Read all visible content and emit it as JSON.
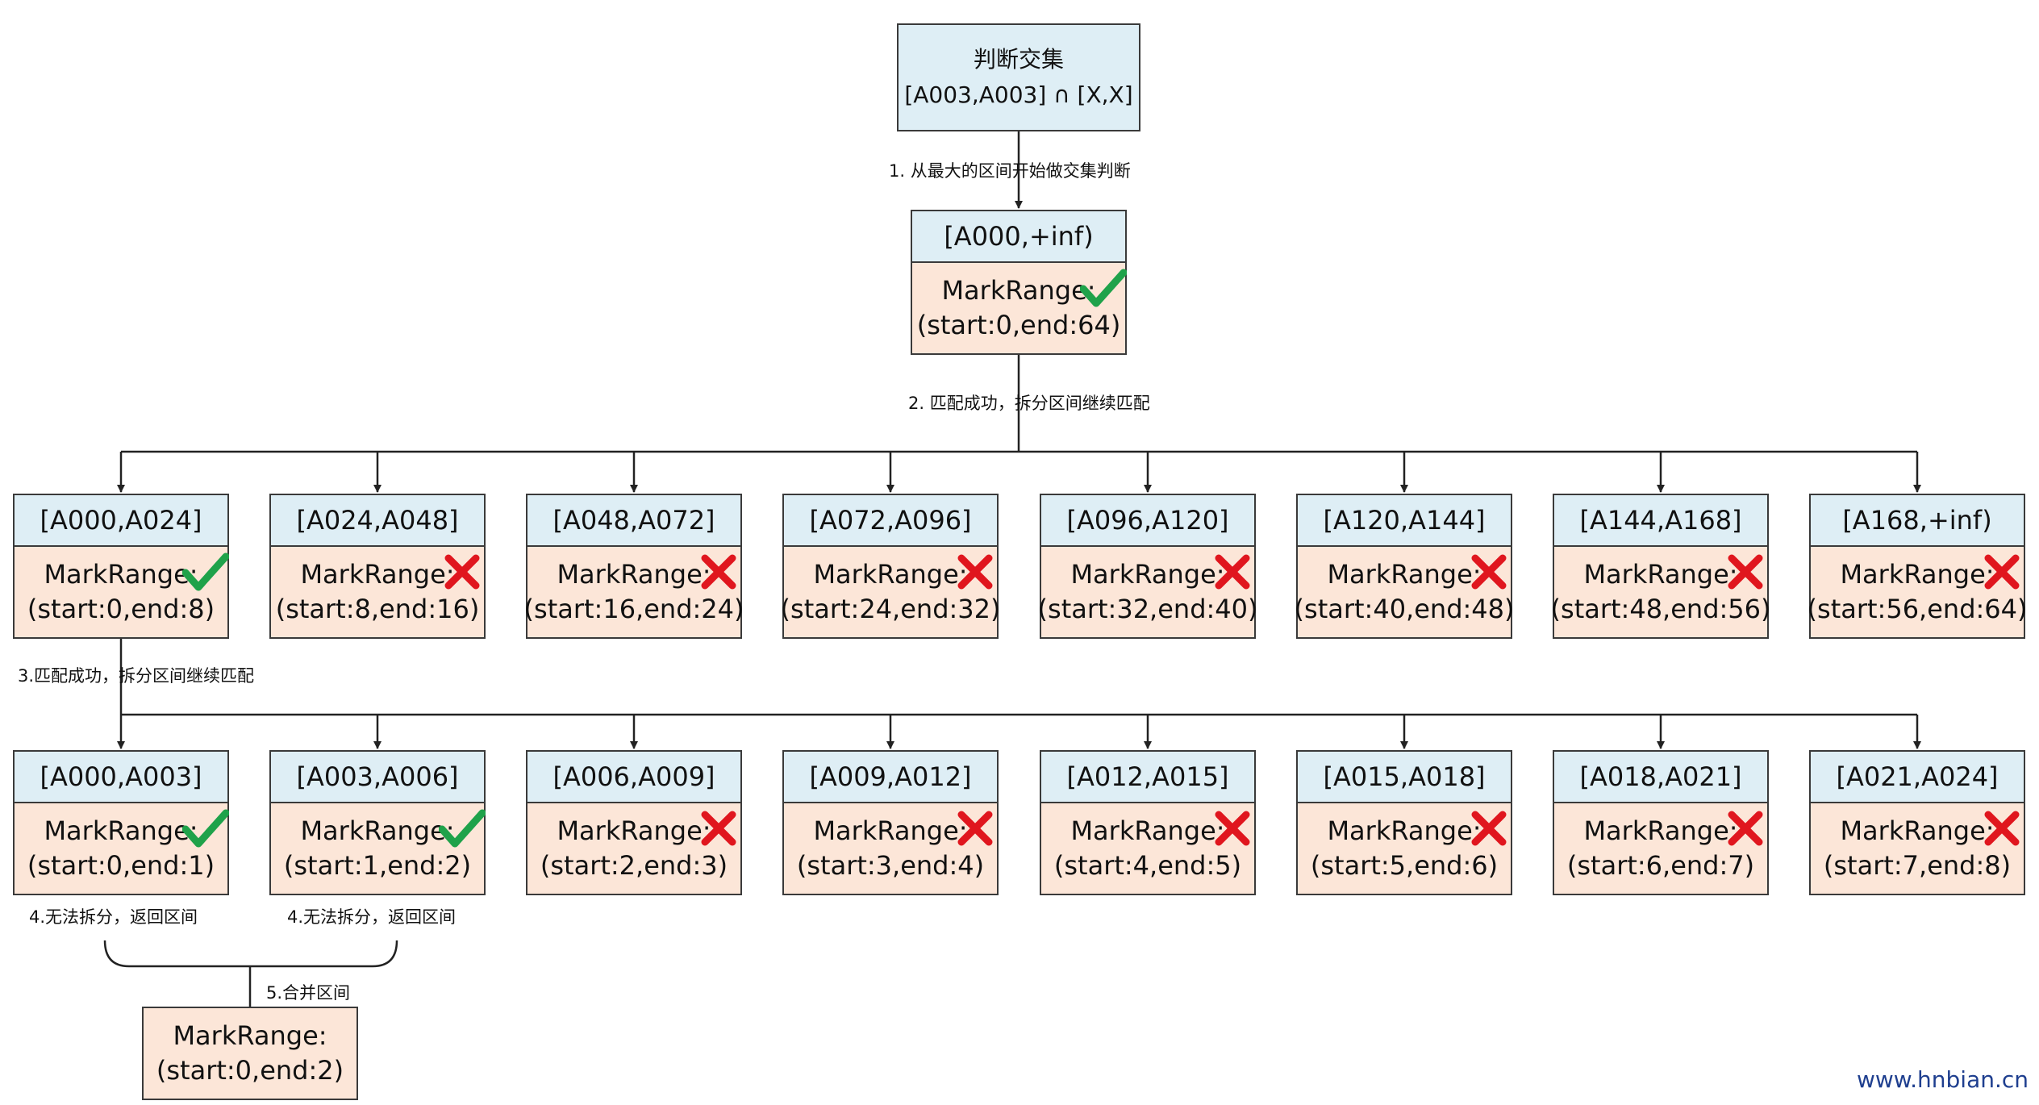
{
  "query": {
    "title": "判断交集",
    "expr": "[A003,A003]  ∩  [X,X]"
  },
  "steps": {
    "step1": "1. 从最大的区间开始做交集判断",
    "step2": "2. 匹配成功，拆分区间继续匹配",
    "step3": "3.匹配成功，拆分区间继续匹配",
    "step4a": "4.无法拆分，返回区间",
    "step4b": "4.无法拆分，返回区间",
    "step5": "5.合并区间"
  },
  "root": {
    "range": "[A000,+inf)",
    "label": "MarkRange:",
    "value": "(start:0,end:64)",
    "match": true
  },
  "level1": [
    {
      "range": "[A000,A024]",
      "label": "MarkRange:",
      "value": "(start:0,end:8)",
      "match": true
    },
    {
      "range": "[A024,A048]",
      "label": "MarkRange:",
      "value": "(start:8,end:16)",
      "match": false
    },
    {
      "range": "[A048,A072]",
      "label": "MarkRange:",
      "value": "(start:16,end:24)",
      "match": false
    },
    {
      "range": "[A072,A096]",
      "label": "MarkRange:",
      "value": "(start:24,end:32)",
      "match": false
    },
    {
      "range": "[A096,A120]",
      "label": "MarkRange:",
      "value": "(start:32,end:40)",
      "match": false
    },
    {
      "range": "[A120,A144]",
      "label": "MarkRange:",
      "value": "(start:40,end:48)",
      "match": false
    },
    {
      "range": "[A144,A168]",
      "label": "MarkRange:",
      "value": "(start:48,end:56)",
      "match": false
    },
    {
      "range": "[A168,+inf)",
      "label": "MarkRange:",
      "value": "(start:56,end:64)",
      "match": false
    }
  ],
  "level2": [
    {
      "range": "[A000,A003]",
      "label": "MarkRange:",
      "value": "(start:0,end:1)",
      "match": true
    },
    {
      "range": "[A003,A006]",
      "label": "MarkRange:",
      "value": "(start:1,end:2)",
      "match": true
    },
    {
      "range": "[A006,A009]",
      "label": "MarkRange:",
      "value": "(start:2,end:3)",
      "match": false
    },
    {
      "range": "[A009,A012]",
      "label": "MarkRange:",
      "value": "(start:3,end:4)",
      "match": false
    },
    {
      "range": "[A012,A015]",
      "label": "MarkRange:",
      "value": "(start:4,end:5)",
      "match": false
    },
    {
      "range": "[A015,A018]",
      "label": "MarkRange:",
      "value": "(start:5,end:6)",
      "match": false
    },
    {
      "range": "[A018,A021]",
      "label": "MarkRange:",
      "value": "(start:6,end:7)",
      "match": false
    },
    {
      "range": "[A021,A024]",
      "label": "MarkRange:",
      "value": "(start:7,end:8)",
      "match": false
    }
  ],
  "merged": {
    "label": "MarkRange:",
    "value": "(start:0,end:2)"
  },
  "watermark": "www.hnbian.cn",
  "colors": {
    "header_fill": "#deeef5",
    "body_fill": "#fce6d8",
    "check": "#1fa24a",
    "cross": "#e0161e",
    "watermark": "#1f3f8f"
  }
}
